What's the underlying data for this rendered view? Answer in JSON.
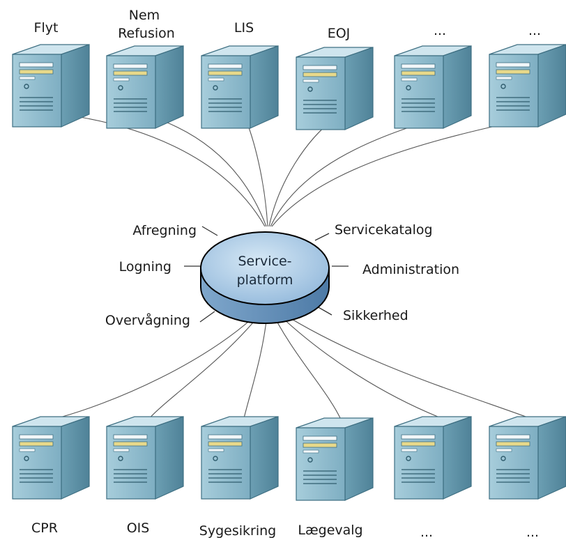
{
  "servers_top": [
    {
      "label": "Flyt"
    },
    {
      "label": "Nem\nRefusion"
    },
    {
      "label": "LIS"
    },
    {
      "label": "EOJ"
    },
    {
      "label": "..."
    },
    {
      "label": "..."
    }
  ],
  "servers_bottom": [
    {
      "label": "CPR"
    },
    {
      "label": "OIS"
    },
    {
      "label": "Sygesikring"
    },
    {
      "label": "Lægevalg"
    },
    {
      "label": "..."
    },
    {
      "label": "..."
    }
  ],
  "hub": {
    "line1": "Service-",
    "line2": "platform"
  },
  "hub_functions": {
    "afregning": "Afregning",
    "logning": "Logning",
    "overvaagning": "Overvågning",
    "servicekatalog": "Servicekatalog",
    "administration": "Administration",
    "sikkerhed": "Sikkerhed"
  },
  "colors": {
    "server_front": "#8fb8c9",
    "server_side": "#5f93a8",
    "server_top": "#c7e1ea",
    "hub_fill": "#a9cbe6",
    "hub_side": "#6a93bb",
    "line": "#555555"
  }
}
